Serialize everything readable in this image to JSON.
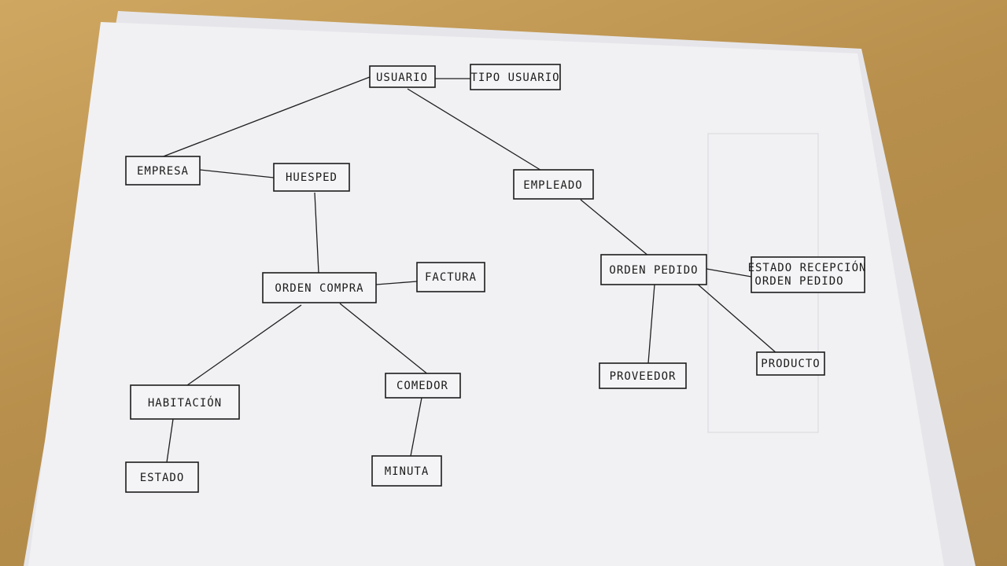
{
  "diagram": {
    "nodes": {
      "usuario": "USUARIO",
      "tipo_usuario": "TIPO USUARIO",
      "empresa": "EMPRESA",
      "huesped": "HUESPED",
      "empleado": "EMPLEADO",
      "orden_compra": "ORDEN COMPRA",
      "factura": "FACTURA",
      "orden_pedido": "ORDEN PEDIDO",
      "estado_recepcion_line1": "ESTADO RECEPCIÓN",
      "estado_recepcion_line2": "ORDEN PEDIDO",
      "habitacion": "HABITACIÓN",
      "comedor": "COMEDOR",
      "proveedor": "PROVEEDOR",
      "producto": "PRODUCTO",
      "estado": "ESTADO",
      "minuta": "MINUTA"
    }
  },
  "colors": {
    "ink": "#1c1c1c",
    "paper": "#f4f4f6",
    "table": "#b8924f"
  }
}
